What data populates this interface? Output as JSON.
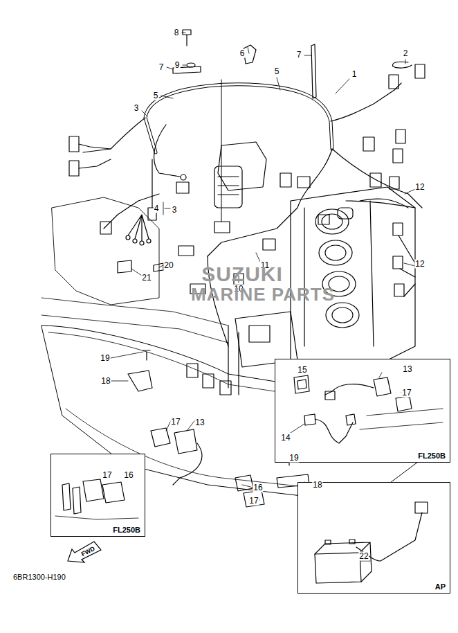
{
  "diagram": {
    "nodes": [
      {
        "text": [
          "FL250B"
        ]
      },
      {
        "text": [
          "FL250B"
        ]
      },
      {
        "text": [
          "AP"
        ]
      },
      {
        "text": [
          "FWD"
        ]
      }
    ],
    "labels": [
      "8",
      "6",
      "7",
      "2",
      "7",
      "9",
      "1",
      "5",
      "5",
      "3",
      "12",
      "4",
      "3",
      "12",
      "11",
      "20",
      "21",
      "10",
      "SUZUKI",
      "MARINE PARTS",
      "19",
      "15",
      "13",
      "18",
      "17",
      "14",
      "17",
      "13",
      "16",
      "17",
      "19",
      "16",
      "18",
      "17",
      "22",
      "6BR1300-H190"
    ]
  }
}
